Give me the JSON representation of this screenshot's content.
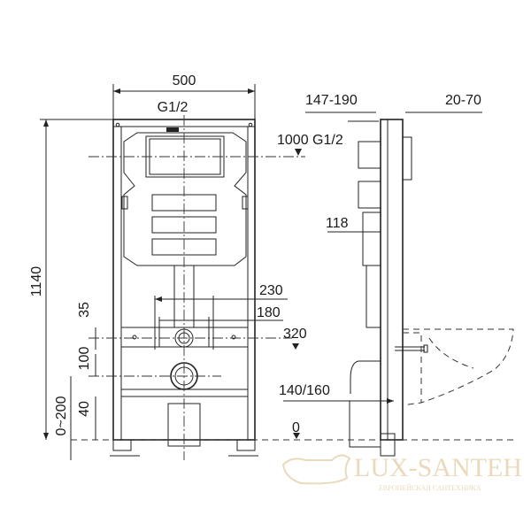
{
  "dimensions": {
    "width": "500",
    "height": "1140",
    "inlet": "G1/2",
    "inlet_height": "1000 G1/2",
    "depth_front": "147-190",
    "depth_back": "20-70",
    "d118": "118",
    "d230": "230",
    "d180": "180",
    "d320": "320",
    "d35": "35",
    "d100": "100",
    "d0_200": "0~200",
    "d40": "40",
    "d140_160": "140/160",
    "floor": "0"
  },
  "watermark": {
    "brand": "LUX-SANTEH",
    "tagline": "ЕВРОПЕЙСКАЯ САНТЕХНИКА"
  },
  "colors": {
    "line": "#222222",
    "watermark": "#e8d6b4"
  }
}
